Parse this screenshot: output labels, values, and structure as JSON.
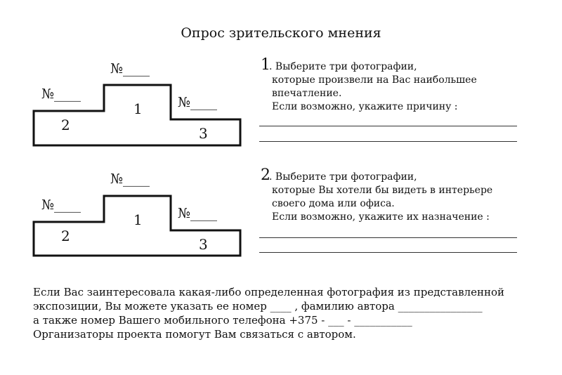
{
  "title": "Опрос зрительского мнения",
  "podium_label": "№____",
  "places": [
    "1",
    "2",
    "3"
  ],
  "questions": [
    {
      "number": "1",
      "lines": [
        "Выберите три фотографии,",
        "которые произвели на Вас наибольшее",
        "впечатление.",
        "Если возможно, укажите причину :"
      ]
    },
    {
      "number": "2",
      "lines": [
        "Выберите три фотографии,",
        "которые Вы хотели бы видеть в интерьере",
        "своего дома или офиса.",
        "Если возможно, укажите их назначение :"
      ]
    }
  ],
  "footer": [
    "Если Вас заинтересовала какая-либо определенная фотография из представленной",
    "экспозиции, Вы можете указать ее номер ____ ,  фамилию автора ________________",
    "а также номер Вашего мобильного телефона  +375 - ___ - ___________",
    "Организаторы проекта помогут Вам связаться с автором."
  ]
}
